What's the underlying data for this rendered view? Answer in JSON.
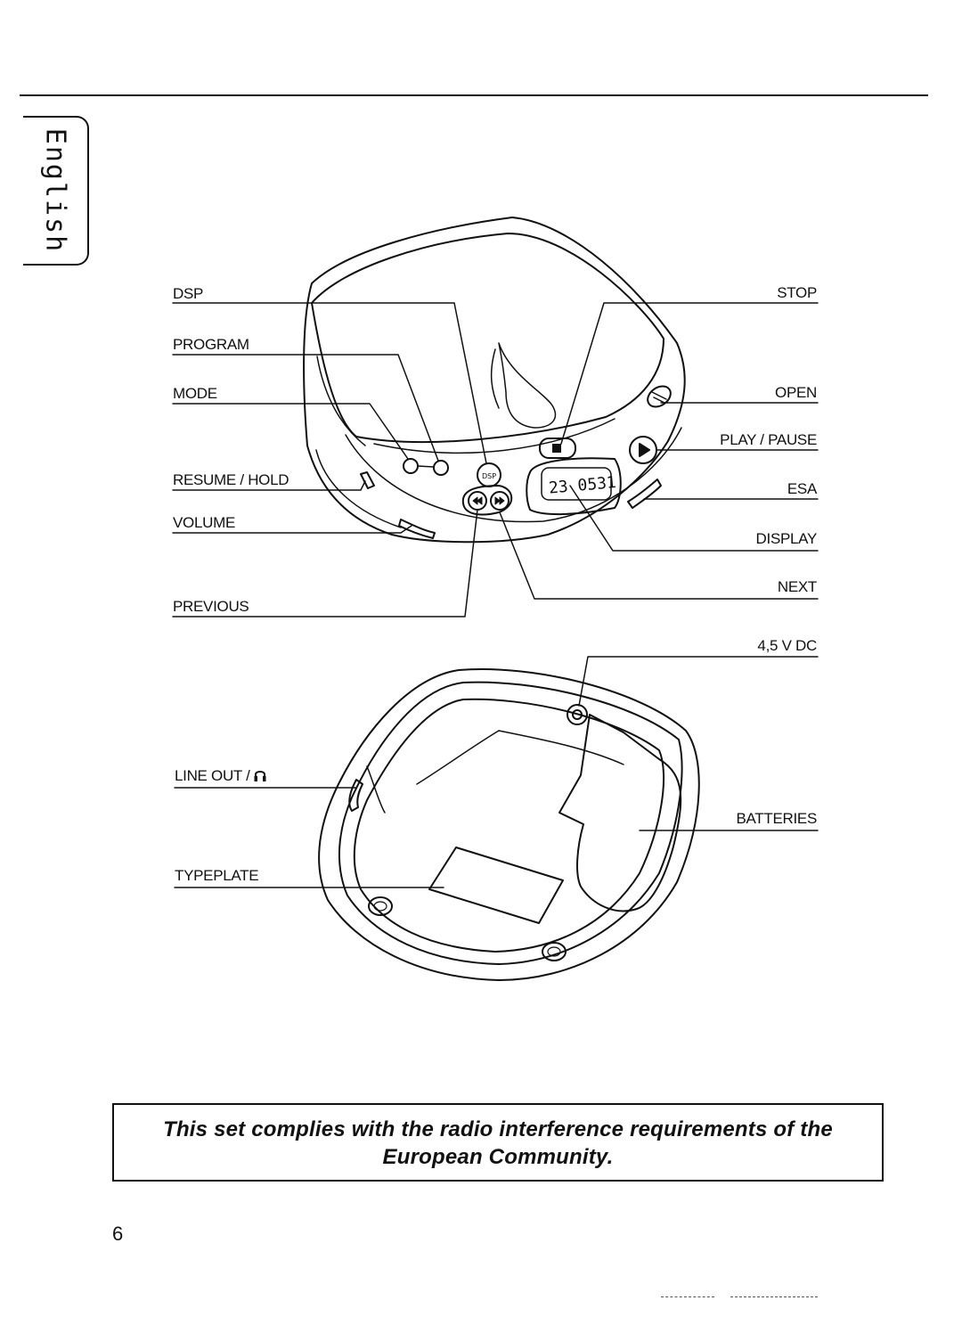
{
  "language_tab": "English",
  "top_labels": {
    "left": [
      "DSP",
      "PROGRAM",
      "MODE",
      "RESUME / HOLD",
      "VOLUME",
      "PREVIOUS"
    ],
    "right": [
      "STOP",
      "OPEN",
      "PLAY / PAUSE",
      "ESA",
      "DISPLAY",
      "NEXT"
    ]
  },
  "bottom_labels": {
    "power": "4,5 V DC",
    "line_out": "LINE OUT /",
    "batteries": "BATTERIES",
    "typeplate": "TYPEPLATE"
  },
  "display_readout": "23 0531",
  "notice": {
    "line1": "This set complies with the radio interference requirements of the",
    "line2": "European Community."
  },
  "page_number": "6",
  "icons": [
    "headphones-icon",
    "dc-socket-icon",
    "dsp-button-icon",
    "stop-icon",
    "play-icon",
    "previous-icon",
    "next-icon"
  ]
}
